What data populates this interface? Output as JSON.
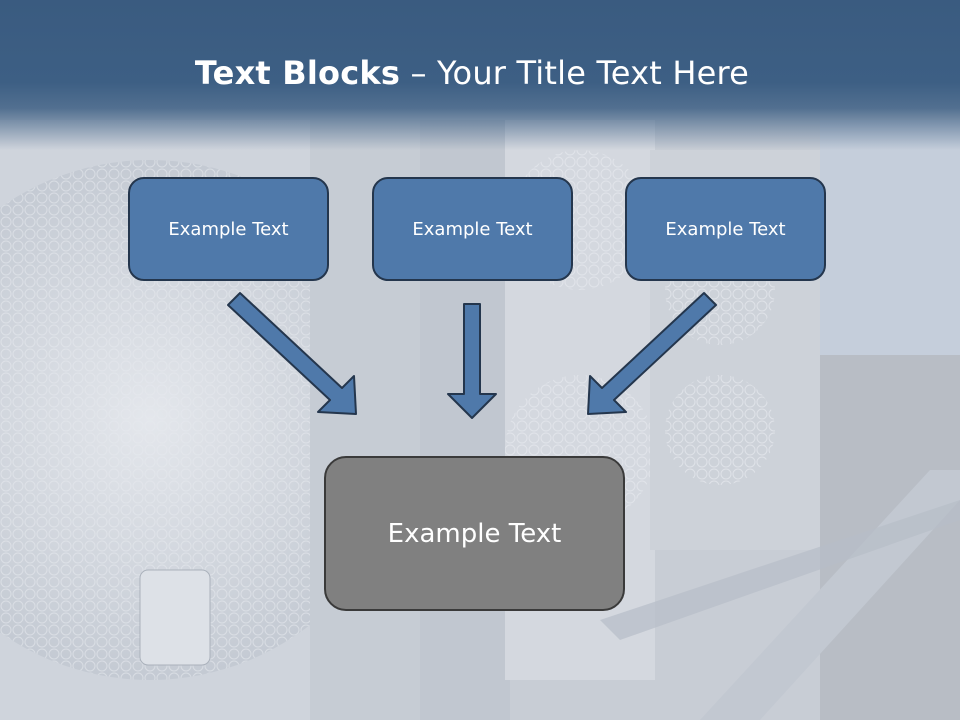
{
  "slide": {
    "title_bold": "Text Blocks",
    "title_rest": " – Your Title Text Here"
  },
  "blocks": [
    {
      "label": "Example Text"
    },
    {
      "label": "Example Text"
    },
    {
      "label": "Example Text"
    }
  ],
  "result_block": {
    "label": "Example Text"
  },
  "colors": {
    "title_band": "#3d5f84",
    "block_fill": "#4f79aa",
    "result_fill": "#808080",
    "arrow_fill": "#4f79aa"
  }
}
